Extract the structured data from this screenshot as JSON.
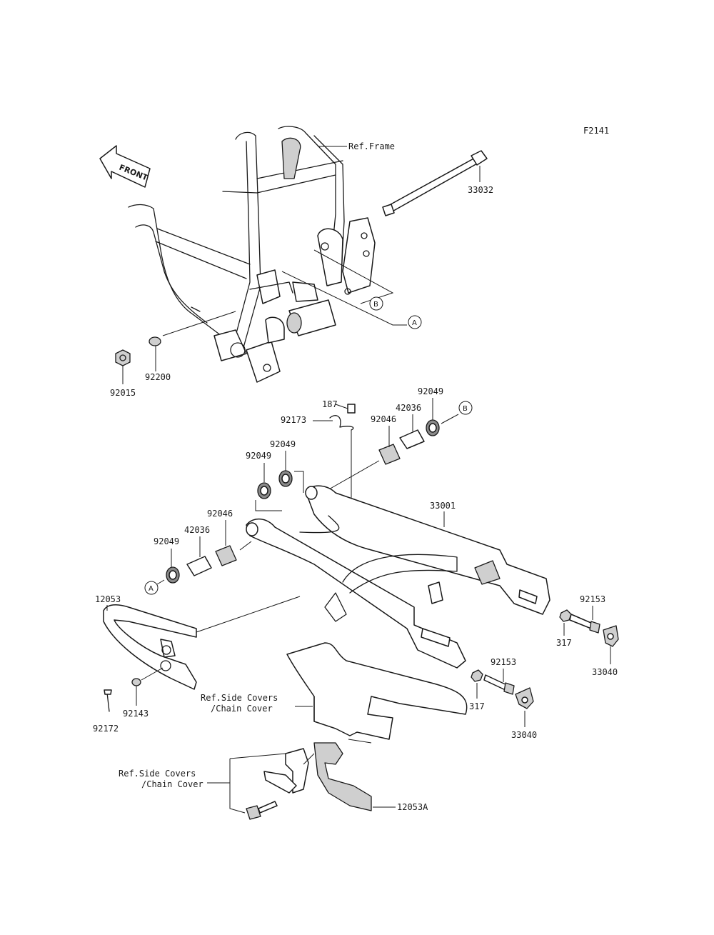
{
  "figure_id": "F2141",
  "front_label": "FRONT",
  "callouts": {
    "a": "A",
    "b": "B"
  },
  "labels": {
    "ref_frame": "Ref.Frame",
    "p33032": "33032",
    "p92015": "92015",
    "p92200": "92200",
    "p187": "187",
    "p92173": "92173",
    "p92049_top": "92049",
    "p42036_top": "42036",
    "p92046_top": "92046",
    "p92049_mid1": "92049",
    "p92049_mid2": "92049",
    "p33001": "33001",
    "p92046_low": "92046",
    "p42036_low": "42036",
    "p92049_low": "92049",
    "p12053": "12053",
    "p92153_right": "92153",
    "p317_right": "317",
    "p33040_right": "33040",
    "p92153_mid": "92153",
    "p317_mid": "317",
    "p33040_mid": "33040",
    "ref_side_covers_1_line1": "Ref.Side Covers",
    "ref_side_covers_1_line2": "/Chain Cover",
    "p92143": "92143",
    "p92172": "92172",
    "ref_side_covers_2_line1": "Ref.Side Covers",
    "ref_side_covers_2_line2": "/Chain Cover",
    "p12053a": "12053A"
  }
}
